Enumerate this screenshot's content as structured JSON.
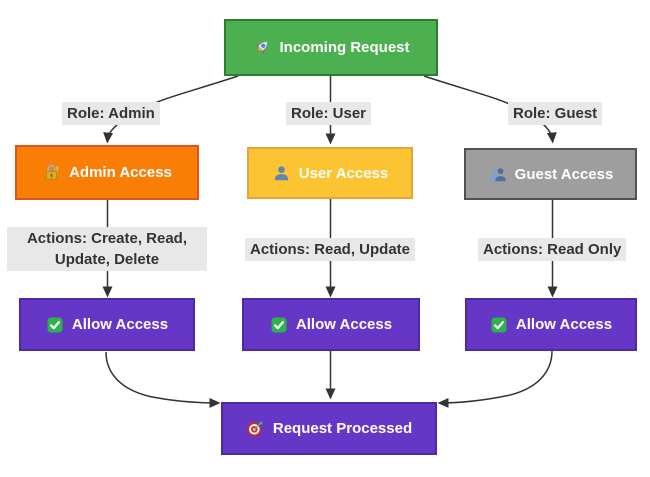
{
  "diagram": {
    "type": "flowchart",
    "direction": "top-down",
    "nodes": {
      "incoming": {
        "icon": "rocket-icon",
        "label": "Incoming Request",
        "fill": "#4caf50",
        "border": "#2e7d32"
      },
      "admin": {
        "icon": "locked-with-key-icon",
        "label": "Admin Access",
        "fill": "#f97e06",
        "border": "#e4511c"
      },
      "user": {
        "icon": "person-icon",
        "label": "User Access",
        "fill": "#fcc332",
        "border": "#e6a33c"
      },
      "guest": {
        "icon": "people-icon",
        "label": "Guest Access",
        "fill": "#9e9e9e",
        "border": "#525252"
      },
      "allow_admin": {
        "icon": "check-icon",
        "label": "Allow Access",
        "fill": "#6636c7",
        "border": "#4a2ba3"
      },
      "allow_user": {
        "icon": "check-icon",
        "label": "Allow Access",
        "fill": "#6636c7",
        "border": "#4a2ba3"
      },
      "allow_guest": {
        "icon": "check-icon",
        "label": "Allow Access",
        "fill": "#6636c7",
        "border": "#4a2ba3"
      },
      "processed": {
        "icon": "target-icon",
        "label": "Request Processed",
        "fill": "#6636c7",
        "border": "#4a2ba3"
      }
    },
    "edges": [
      {
        "from": "incoming",
        "to": "admin",
        "label": "Role: Admin"
      },
      {
        "from": "incoming",
        "to": "user",
        "label": "Role: User"
      },
      {
        "from": "incoming",
        "to": "guest",
        "label": "Role: Guest"
      },
      {
        "from": "admin",
        "to": "allow_admin",
        "label": "Actions: Create, Read, Update, Delete"
      },
      {
        "from": "user",
        "to": "allow_user",
        "label": "Actions: Read, Update"
      },
      {
        "from": "guest",
        "to": "allow_guest",
        "label": "Actions: Read Only"
      },
      {
        "from": "allow_admin",
        "to": "processed",
        "label": ""
      },
      {
        "from": "allow_user",
        "to": "processed",
        "label": ""
      },
      {
        "from": "allow_guest",
        "to": "processed",
        "label": ""
      }
    ],
    "colors": {
      "edge_line": "#333333",
      "edge_label_bg": "#e8e8e8",
      "edge_label_text": "#333333",
      "node_text": "#ffffff",
      "background": "#ffffff"
    }
  }
}
